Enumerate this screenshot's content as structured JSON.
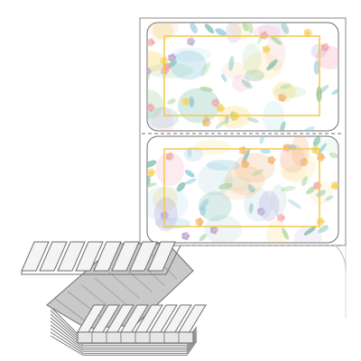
{
  "product": {
    "label_count_visible": 2,
    "stack_tab_count": 8,
    "colors": {
      "outline": "#6f6f6f",
      "frame_border": "#f2c84b",
      "sheet_bg": "#ffffff",
      "stack_face": "#f4f4f4",
      "stack_side": "#c9c9c9"
    },
    "pattern": {
      "theme": "watercolor floral",
      "palette": [
        "#f6d35b",
        "#7fc3d9",
        "#9fd39a",
        "#f3a3b5",
        "#b9a4e0",
        "#f4b27a",
        "#6fb7a4"
      ]
    }
  }
}
